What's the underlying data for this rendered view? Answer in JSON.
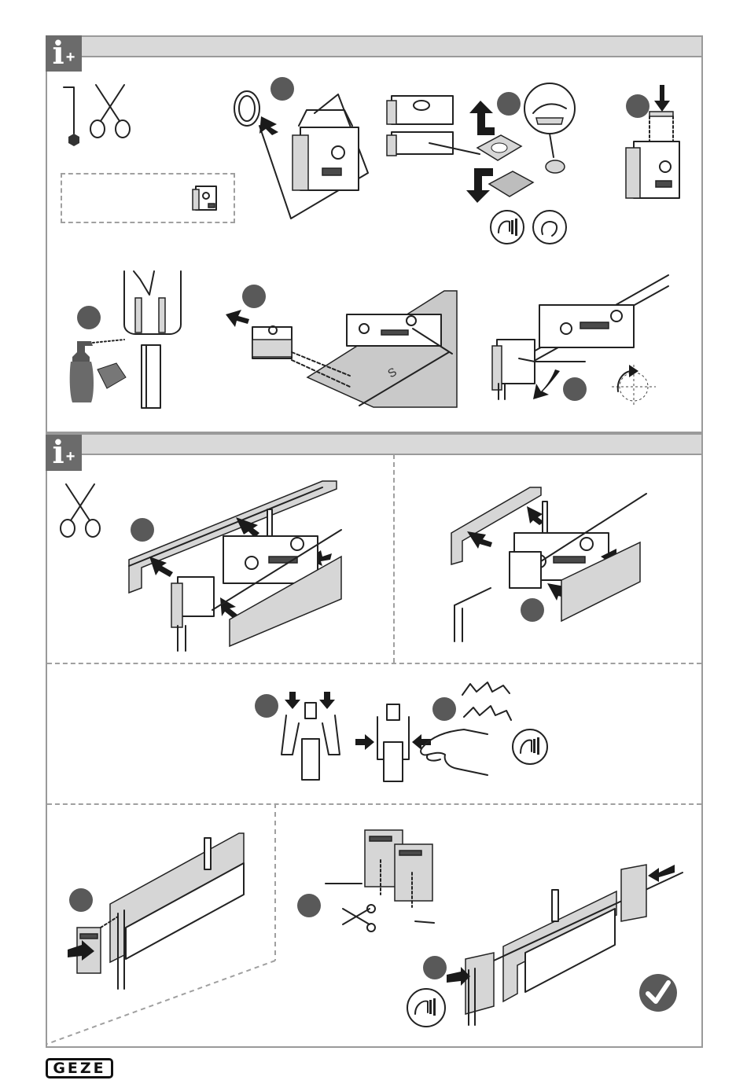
{
  "sections": [
    {
      "id": "section-1",
      "icon": "info-plus-icon"
    },
    {
      "id": "section-2",
      "icon": "info-plus-icon"
    }
  ],
  "tools": [
    "allen-key-icon",
    "scissors-icon"
  ],
  "dimension_label": "S",
  "brand": {
    "logo_text": "GEZE"
  },
  "colors": {
    "step_marker": "#595959",
    "header_bar": "#d9d9d9",
    "border": "#9a9a9a",
    "badge": "#6b6b6b"
  }
}
